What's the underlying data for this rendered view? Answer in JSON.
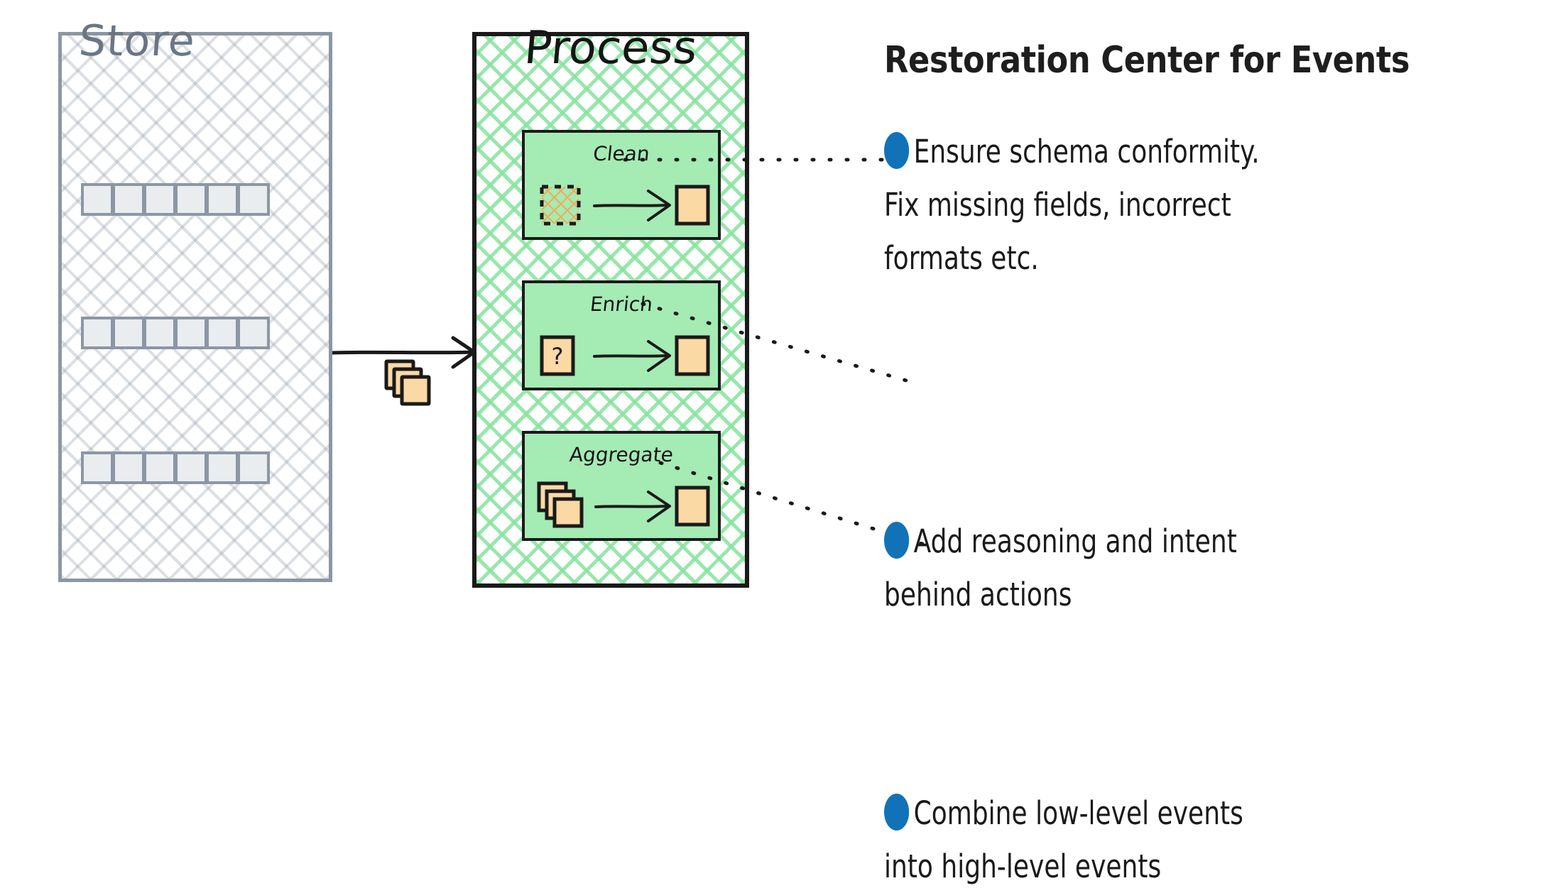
{
  "panels": {
    "store": {
      "title": "Store",
      "rows": [
        {
          "cells": 6
        },
        {
          "cells": 6
        },
        {
          "cells": 6
        }
      ],
      "border_color": "#8c97a4",
      "hatch_color": "#8c97a4",
      "cell_fill": "#e9edf0",
      "title_color": "#6b7684"
    },
    "process": {
      "title": "Process",
      "border_color": "#1a1a1a",
      "hatch_color": "#86e39e",
      "card_fill": "#a5ebb4",
      "cards": [
        {
          "id": "clean",
          "label": "Clean",
          "source_icon": "hatched-dashed-box-icon",
          "target_icon": "box-icon",
          "arrow_icon": "arrow-right-icon"
        },
        {
          "id": "enrich",
          "label": "Enrich",
          "source_icon": "question-box-icon",
          "source_glyph": "?",
          "target_icon": "box-icon",
          "arrow_icon": "arrow-right-icon"
        },
        {
          "id": "aggregate",
          "label": "Aggregate",
          "source_icon": "box-stack-icon",
          "target_icon": "box-icon",
          "arrow_icon": "arrow-right-icon"
        }
      ]
    }
  },
  "flow": {
    "arrow_icon": "arrow-right-icon",
    "payload_icon": "box-stack-icon",
    "arrow_color": "#1a1a1a"
  },
  "rail": {
    "headline": "Restoration Center for Events",
    "bullet_color": "#1272b8",
    "bullets": [
      {
        "marker_icon": "bullet-dot-icon",
        "line1": "Ensure schema conformity.",
        "line2": "Fix missing fields, incorrect",
        "line3": "formats etc."
      },
      {
        "marker_icon": "bullet-dot-icon",
        "line1": "Add reasoning and intent",
        "line2": "behind actions",
        "line3": ""
      },
      {
        "marker_icon": "bullet-dot-icon",
        "line1": "Combine low-level events",
        "line2": "into high-level events",
        "line3": ""
      }
    ]
  },
  "colors": {
    "event_box": "#fbd9a5",
    "event_box_border": "#1a1a1a",
    "accent_blue": "#1272b8",
    "green_hatch": "#86e39e",
    "green_card": "#a5ebb4",
    "gray_blue": "#8c97a4",
    "ink": "#1a1a1a",
    "background": "#ffffff"
  }
}
